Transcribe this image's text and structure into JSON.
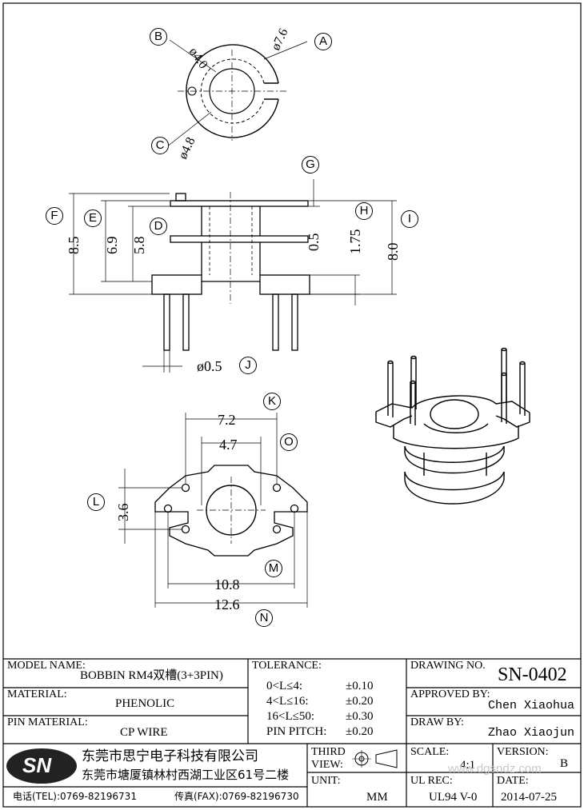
{
  "dims": {
    "top_outer_dia": "ø7.6",
    "top_inner_dia": "ø4.0",
    "top_slot_dia": "ø4.8",
    "overall_height": "8.5",
    "flange_height": "6.9",
    "mid_flange_height": "5.8",
    "flange_thickness": "0.5",
    "base_height": "1.75",
    "body_height": "8.0",
    "pin_dia": "ø0.5",
    "pin_span_outer": "7.2",
    "pin_span_inner": "4.7",
    "pin_row_pitch": "3.6",
    "base_width_inner": "10.8",
    "base_width_outer": "12.6"
  },
  "callouts": [
    "A",
    "B",
    "C",
    "D",
    "E",
    "F",
    "G",
    "H",
    "I",
    "J",
    "K",
    "L",
    "M",
    "N",
    "O"
  ],
  "title_block": {
    "model_name_label": "MODEL NAME:",
    "model_name": "BOBBIN RM4双槽(3+3PIN)",
    "material_label": "MATERIAL:",
    "material": "PHENOLIC",
    "pin_material_label": "PIN MATERIAL:",
    "pin_material": "CP WIRE",
    "tolerance_label": "TOLERANCE:",
    "tolerances": [
      {
        "range": "0<L≤4:",
        "value": "±0.10"
      },
      {
        "range": "4<L≤16:",
        "value": "±0.20"
      },
      {
        "range": "16<L≤50:",
        "value": "±0.30"
      },
      {
        "range": "PIN PITCH:",
        "value": "±0.20"
      }
    ],
    "drawing_no_label": "DRAWING NO.",
    "drawing_no": "SN-0402",
    "approved_by_label": "APPROVED BY:",
    "approved_by": "Chen Xiaohua",
    "draw_by_label": "DRAW BY:",
    "draw_by": "Zhao Xiaojun",
    "third_view_label_1": "THIRD",
    "third_view_label_2": "VIEW:",
    "scale_label": "SCALE:",
    "scale": "4:1",
    "version_label": "VERSION:",
    "version": "B",
    "unit_label": "UNIT:",
    "unit": "MM",
    "ul_rec_label": "UL REC:",
    "ul_rec": "UL94 V-0",
    "date_label": "DATE:",
    "date": "2014-07-25",
    "logo_text": "SN",
    "company_name": "东莞市思宁电子科技有限公司",
    "company_address": "东莞市塘厦镇林村西湖工业区61号二楼",
    "tel": "电话(TEL):0769-82196731",
    "fax": "传真(FAX):0769-82196730",
    "watermark": "www.dgsndz.com"
  }
}
